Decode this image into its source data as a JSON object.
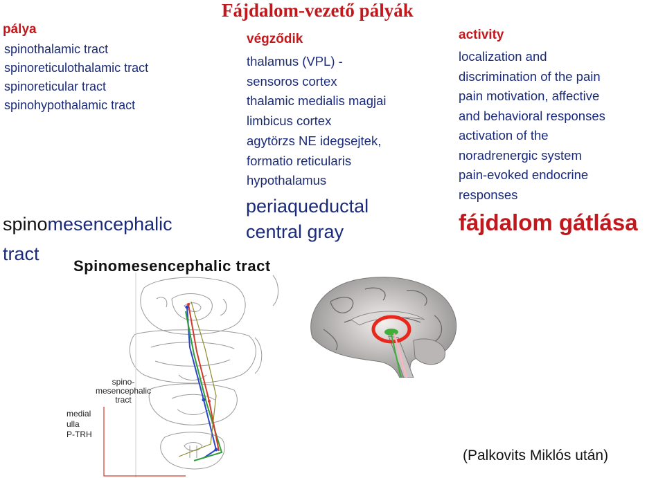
{
  "title": "Fájdalom-vezető pályák",
  "column_pathway": {
    "heading": "pálya",
    "items": [
      "spinothalamic tract",
      "spinoreticulothalamic tract",
      "spinoreticular tract",
      "spinohypothalamic tract"
    ],
    "highlight_prefix": "spino",
    "highlight_main": "mesencephalic",
    "highlight_second": "tract"
  },
  "column_termination": {
    "heading": "végződik",
    "items": [
      "thalamus (VPL) -",
      "sensoros cortex",
      "thalamic medialis magjai",
      "limbicus cortex",
      "agytörzs NE idegsejtek,",
      "formatio reticularis",
      "hypothalamus"
    ],
    "highlight_line1": "periaqueductal",
    "highlight_line2": "central gray"
  },
  "column_activity": {
    "heading": "activity",
    "items": [
      "localization and",
      "discrimination of the pain",
      "pain motivation, affective",
      "and behavioral responses",
      "activation of the",
      "noradrenergic system",
      "pain-evoked endocrine",
      "responses"
    ],
    "highlight": "fájdalom gátlása"
  },
  "figure": {
    "label": "Spinomesencephalic tract",
    "tract_label": [
      "spino-",
      "mesencephalic",
      "tract"
    ],
    "side_label": [
      "medial",
      "ulla",
      "P-TRH"
    ]
  },
  "credit": "(Palkovits Miklós után)",
  "colors": {
    "title_red": "#c0181c",
    "navy": "#1a2a78",
    "tract_green": "#2e9e3a",
    "tract_blue": "#2a45c8",
    "tract_red": "#d23a2a",
    "highlight_circle": "#e8281c"
  }
}
